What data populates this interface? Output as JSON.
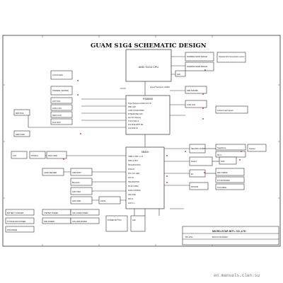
{
  "title": "GUAM S1G4 SCHEMATIC DESIGN",
  "watermark": "en.manuals.clan.su",
  "colors": {
    "line": "#3a3a3a",
    "red": "#d2141e",
    "text": "#222222"
  },
  "blocks": {
    "cpu": "AMD S1G4 CPU",
    "rs880m": "RS880M",
    "rs880m_lines": [
      "HyperTransport LINK0 CPU I/F",
      "DDI2 GFP",
      "LVDS TCON/CTRMS",
      "INTEGRATED GFX",
      "Rev Pch Memory",
      "1X16 PCIE I/F",
      "4X1 PCIE WITH SB",
      "1X4 PCIE I/F"
    ],
    "sb800": "SB800",
    "sb800_lines": [
      "USB2.0 USB 1.1 14",
      "SATA 4 FIFO",
      "HD AUDIO FIFO",
      "PCIE I/F",
      "RTC CLK GEN",
      "LPC I/F",
      "HW MONITOR",
      "PS ATX MISC",
      "PCIE CONTROL",
      "ASF PCIE",
      "SPI I/F",
      "ACPI 1.1"
    ],
    "sodimm1": "SODIMM1 DDR3 SDRAM",
    "sodimm2": "SODIMM2 DDR3 SDRAM",
    "opt_cpu": "Optional CPU Temperature sensor",
    "fan": "FAN",
    "ht_link": "HyperTransport LINK0",
    "ddr_sodimm": "DDR SODIMM",
    "clock_gen": "CLOCK GEN",
    "thermal": "THERMAL SENSOR",
    "vga": "VGA CON",
    "hdmi": "HDMI CON",
    "crt": "CRT CON",
    "lvds": "LVDS CON",
    "lvds_gen": "LVDS CON",
    "mini_pcie": "MINI PCIE",
    "newcard": "NEW CARD",
    "lan": "LAN",
    "usb_port": "USB PORT",
    "mini_card": "MINI CARD",
    "rj45": "RJ45",
    "rtl": "RTL8111",
    "card_reader": "CARD READER",
    "bluetooth": "Bluetooth",
    "hdd": "SATA HDD",
    "odd": "SATA ODD",
    "esata": "eSATA",
    "codec": "REALTEK ALC888",
    "headphone": "Headphone",
    "mic": "Mic In",
    "speaker": "Speaker",
    "modem": "Modem",
    "ec": "EC",
    "kbc": "KBC ITE8502",
    "keyboard": "INT KEYBOARD",
    "touchpad": "TOUCHPAD",
    "spi_rom": "SPI ROM",
    "ambient": "Ambient Light Sensor",
    "battery": "BATTERY CHARGER",
    "system_power": "SYSTEM MAIN POWER",
    "cpu_power": "CPU CORE POWER",
    "ddr_power": "DDR POWER",
    "chip_power": "CHIPSET POWER",
    "cpu_vrm": "CPU VRM POWER",
    "discharge": "DISCHARGE",
    "power_btn": "POWER BUTTON",
    "leds": "LED",
    "company": "MICRO-STAR INT'L CO.,LTD",
    "block_diagram": "BLOCK DIAGRAM",
    "ms_code": "MS-1234"
  }
}
